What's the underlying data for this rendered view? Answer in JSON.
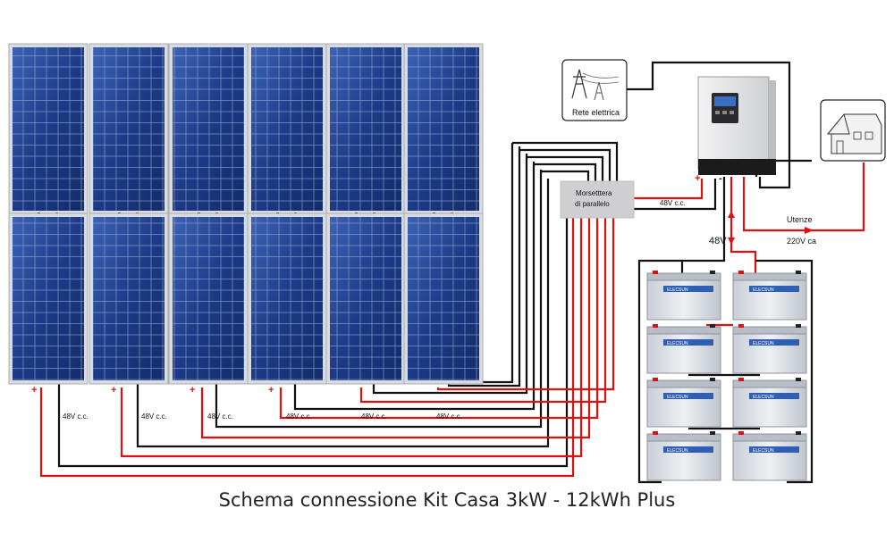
{
  "diagram": {
    "caption": "Schema connessione Kit Casa 3kW - 12kWh Plus",
    "panel_labels": [
      "48V c.c.",
      "48V c.c.",
      "48V c.c.",
      "48V c.c.",
      "48V c.c.",
      "48V c.c."
    ],
    "combiner_box": {
      "line1": "Morsetttera",
      "line2": "di parallelo"
    },
    "combiner_output": "48V c.c.",
    "grid_label": "Rete elettrica",
    "battery_voltage": "48V",
    "loads": {
      "line1": "Utenze",
      "line2": "220V ca"
    },
    "battery_brand": "ELECSUN",
    "polarity_plus": "+",
    "polarity_minus": "-",
    "colors": {
      "positive_wire": "#e01010",
      "negative_wire": "#111111",
      "panel": "#1f3f8a",
      "battery": "#d9dde4",
      "inverter": "#e8e8ea"
    }
  }
}
